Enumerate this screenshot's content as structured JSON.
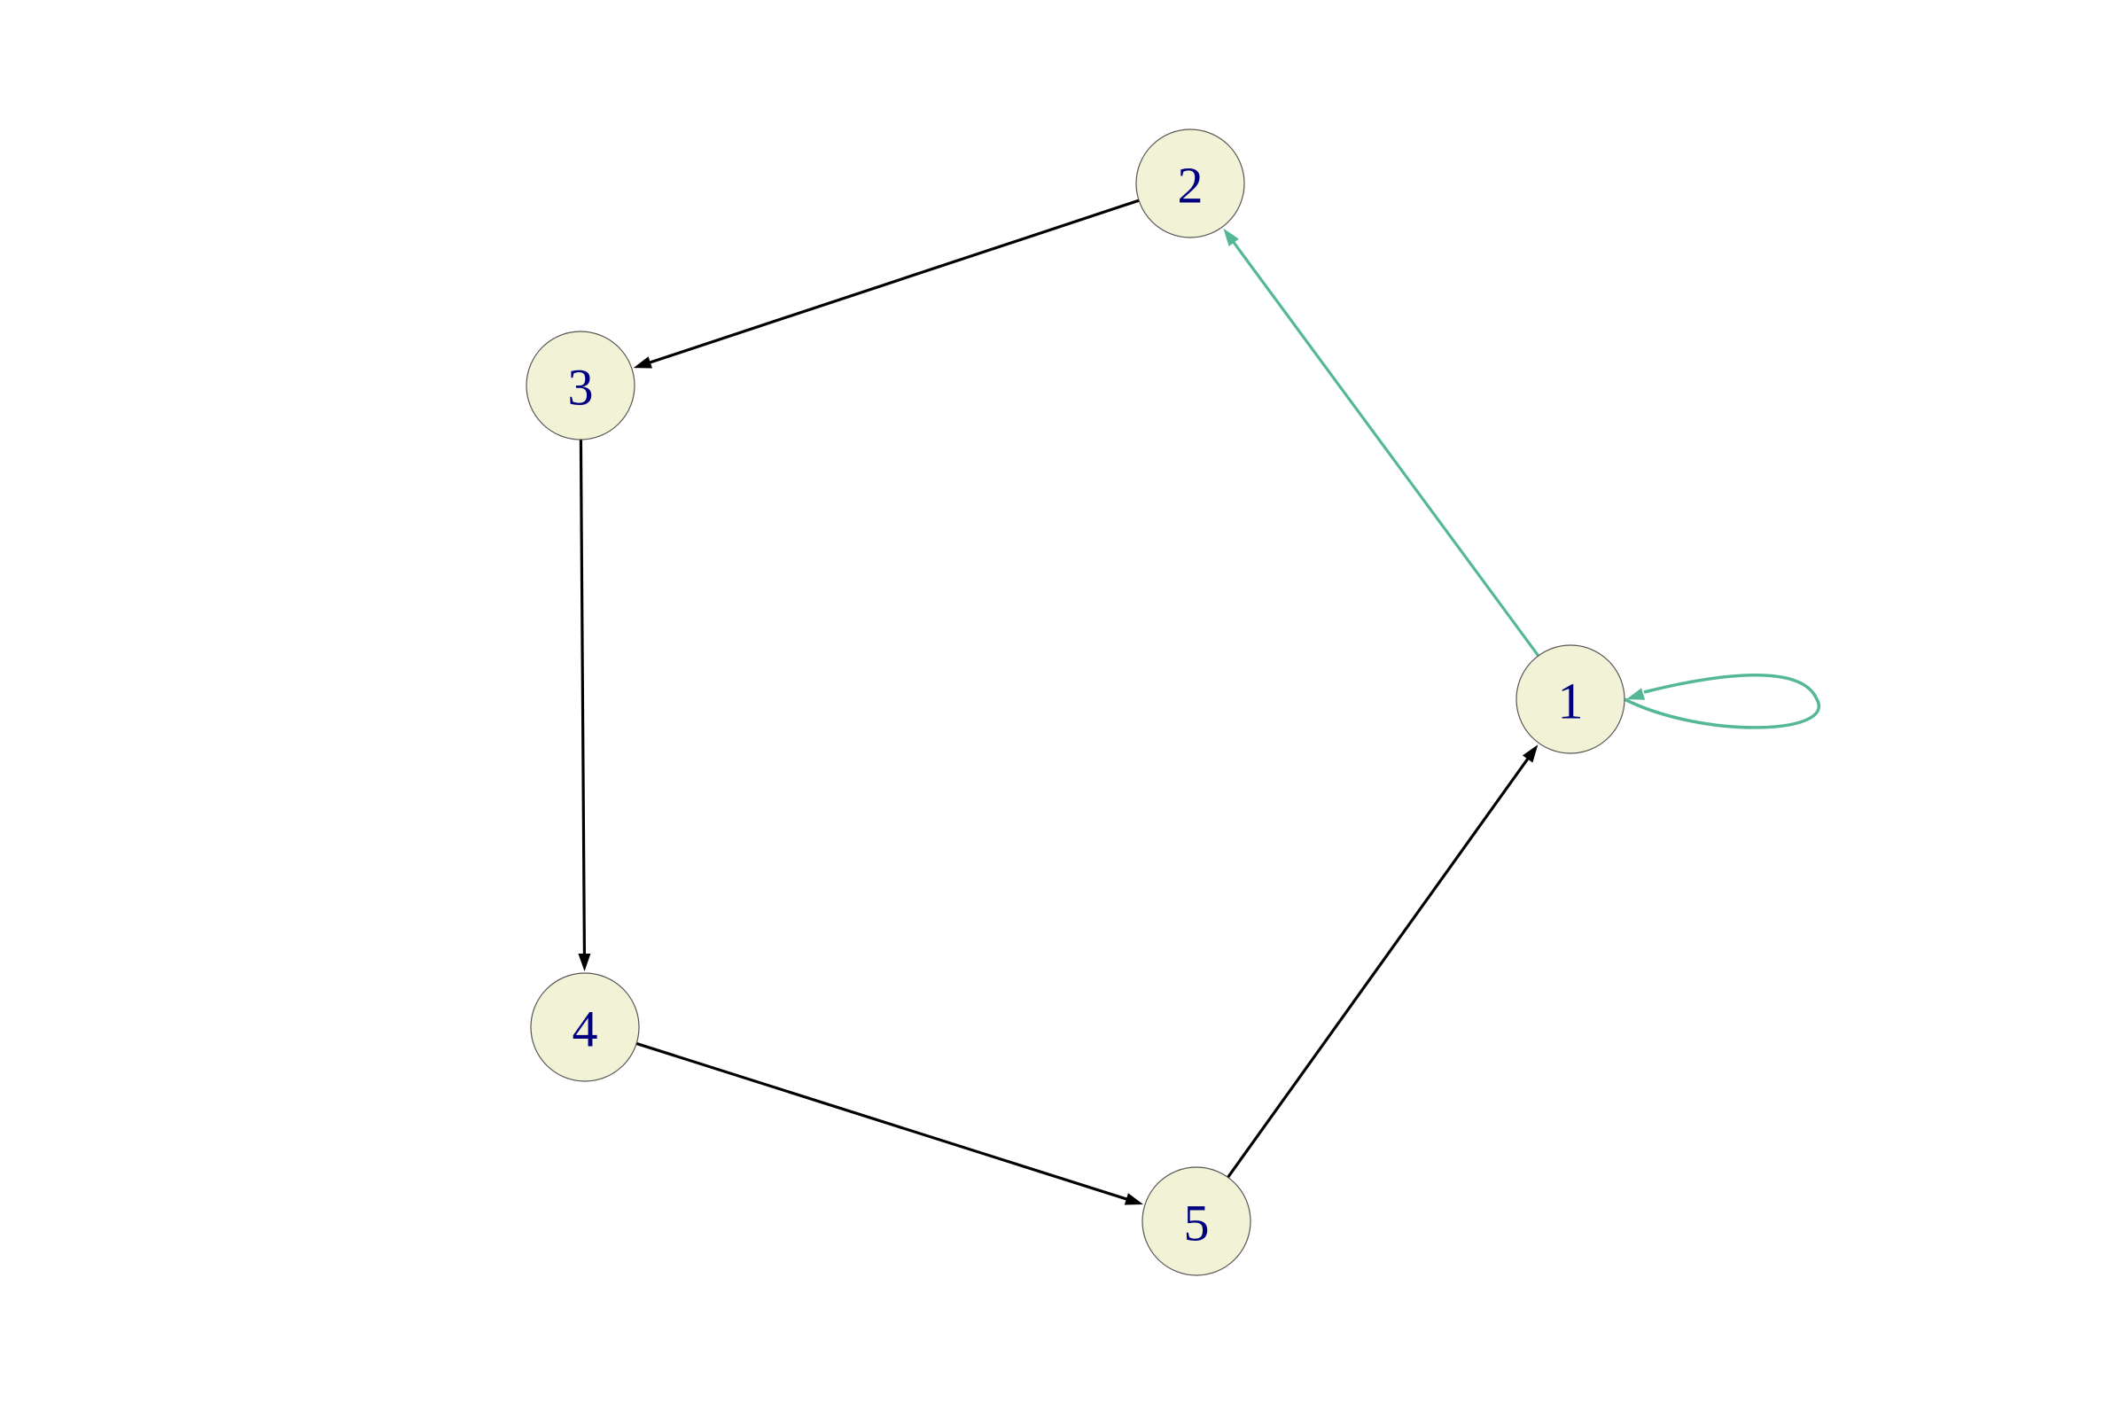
{
  "graph": {
    "nodes": [
      {
        "id": "1",
        "label": "1"
      },
      {
        "id": "2",
        "label": "2"
      },
      {
        "id": "3",
        "label": "3"
      },
      {
        "id": "4",
        "label": "4"
      },
      {
        "id": "5",
        "label": "5"
      }
    ],
    "edges": [
      {
        "from": "1",
        "to": "2",
        "color": "#55b894"
      },
      {
        "from": "1",
        "to": "1",
        "color": "#55b894"
      },
      {
        "from": "2",
        "to": "3",
        "color": "#000000"
      },
      {
        "from": "3",
        "to": "4",
        "color": "#000000"
      },
      {
        "from": "4",
        "to": "5",
        "color": "#000000"
      },
      {
        "from": "5",
        "to": "1",
        "color": "#000000"
      }
    ],
    "node_fill": "#f2f2d6",
    "node_stroke": "#555555",
    "label_color": "#000080"
  }
}
